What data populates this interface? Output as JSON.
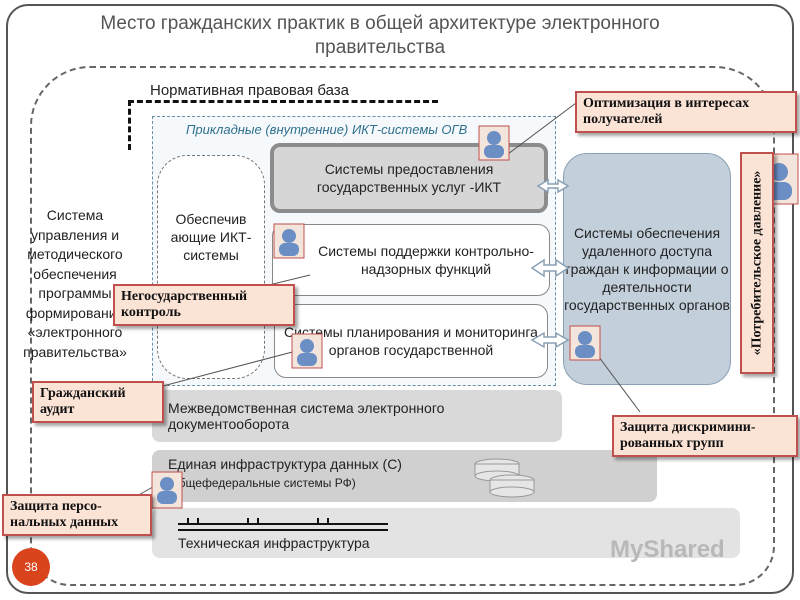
{
  "title": "Место гражданских практик в  общей архитектуре электронного правительства",
  "normative_base": "Нормативная правовая база",
  "ict_systems_label": "Прикладные (внутренние) ИКТ-системы  ОГВ",
  "boxes": {
    "gov_services": "Системы предоставления государственных услуг -ИКТ",
    "control": "Системы поддержки контрольно-надзорных функций",
    "planning": "Системы планирования и мониторинга органов государственной",
    "support": "Обеспечив ающие ИКТ-системы",
    "remote_access": "Системы обеспечения удаленного доступа граждан к информации о деятельности государственных органов",
    "left_system": "Система управления и методического обеспечения программы формирования «электронного правительства»"
  },
  "bars": {
    "doc_flow": "Межведомственная система электронного документооборота",
    "data_infra_line1": "Единая инфраструктура данных (С)",
    "data_infra_line2": "(общефедеральные системы РФ)",
    "tech_infra": "Техническая инфраструктура"
  },
  "notes": {
    "optimization": "Оптимизация в интересах получателей",
    "nongov_control": "Негосударственный контроль",
    "civil_audit": "Гражданский аудит",
    "discrimination": "Защита дискримини-рованных групп",
    "personal_data": "Защита персо-нальных данных",
    "consumer_pressure": "«Потребительское давление»"
  },
  "page_number": "38",
  "watermark": "MyShared",
  "colors": {
    "note_fill": "#fbe3d6",
    "note_border": "#c0504d",
    "remote_fill": "#c3d0dc",
    "page_badge": "#d9441c",
    "person_icon": "#6b8fc4"
  }
}
